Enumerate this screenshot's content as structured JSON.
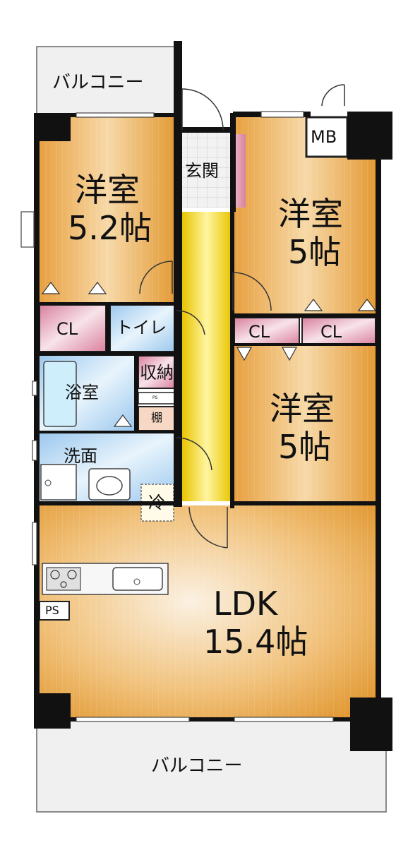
{
  "balcony_top": "バルコニー",
  "balcony_bottom": "バルコニー",
  "genkan": "玄関",
  "mb": "MB",
  "room_nw": {
    "name": "洋室",
    "size": "5.2帖"
  },
  "room_ne": {
    "name": "洋室",
    "size": "5帖"
  },
  "room_e": {
    "name": "洋室",
    "size": "5帖"
  },
  "cl_west": "CL",
  "toilet": "トイレ",
  "cl_mid1": "CL",
  "cl_mid2": "CL",
  "bath": "浴室",
  "storage": "収納",
  "ps_small": "PS",
  "shelf": "棚",
  "washroom": "洗面",
  "fridge": "冷",
  "ps_kitchen": "PS",
  "ldk": {
    "name": "LDK",
    "size": "15.4帖"
  }
}
